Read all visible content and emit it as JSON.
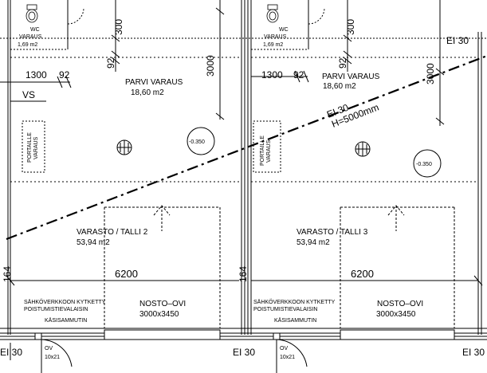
{
  "plan": {
    "units": [
      {
        "wc_label": "WC",
        "varaus_label": "VARAUS",
        "wc_area": "1,69 m2",
        "dim_300": "300",
        "dim_92_vertical": "92",
        "dim_3000": "3000",
        "dim_1300": "1300",
        "dim_92": "92",
        "parvi_name": "PARVI VARAUS",
        "parvi_area": "18,60 m2",
        "level_mark": "-0.350",
        "varasto_name": "VARASTO / TALLI 2",
        "varasto_area": "53,94 m2",
        "dim_6200": "6200",
        "dim_164": "164",
        "sahko_text": "SÄHKÖVERKKOON KYTKETTY",
        "poisto_text": "POISTUMISTIEVALAISIN",
        "kasi_text": "KÄSISAMMUTIN",
        "nosto_name": "NOSTO–OVI",
        "nosto_size": "3000x3450",
        "ei30_label": "EI 30",
        "ov_label": "OV",
        "ov_size": "10x21"
      },
      {
        "wc_label": "WC",
        "varaus_label": "VARAUS",
        "wc_area": "1,69 m2",
        "dim_300": "300",
        "dim_92_vertical": "92",
        "dim_3000": "3000",
        "dim_1300": "1300",
        "dim_92": "92",
        "parvi_name": "PARVI VARAUS",
        "parvi_area": "18,60 m2",
        "level_mark": "-0.350",
        "varasto_name": "VARASTO / TALLI 3",
        "varasto_area": "53,94 m2",
        "dim_6200": "6200",
        "dim_164": "164",
        "sahko_text": "SÄHKÖVERKKOON KYTKETTY",
        "poisto_text": "POISTUMISTIEVALAISIN",
        "kasi_text": "KÄSISAMMUTIN",
        "nosto_name": "NOSTO–OVI",
        "nosto_size": "3000x3450",
        "ei30_label": "EI 30",
        "ov_label": "OV",
        "ov_size": "10x21"
      }
    ],
    "vs_label": "VS",
    "portaille_line1": "PORTAILLE",
    "portaille_line2": "VARAUS",
    "diag_ei30": "EI 30",
    "diag_height": "H=5000mm",
    "right_ei30": "EI 30",
    "left_edge_ei30": "EI 30"
  }
}
